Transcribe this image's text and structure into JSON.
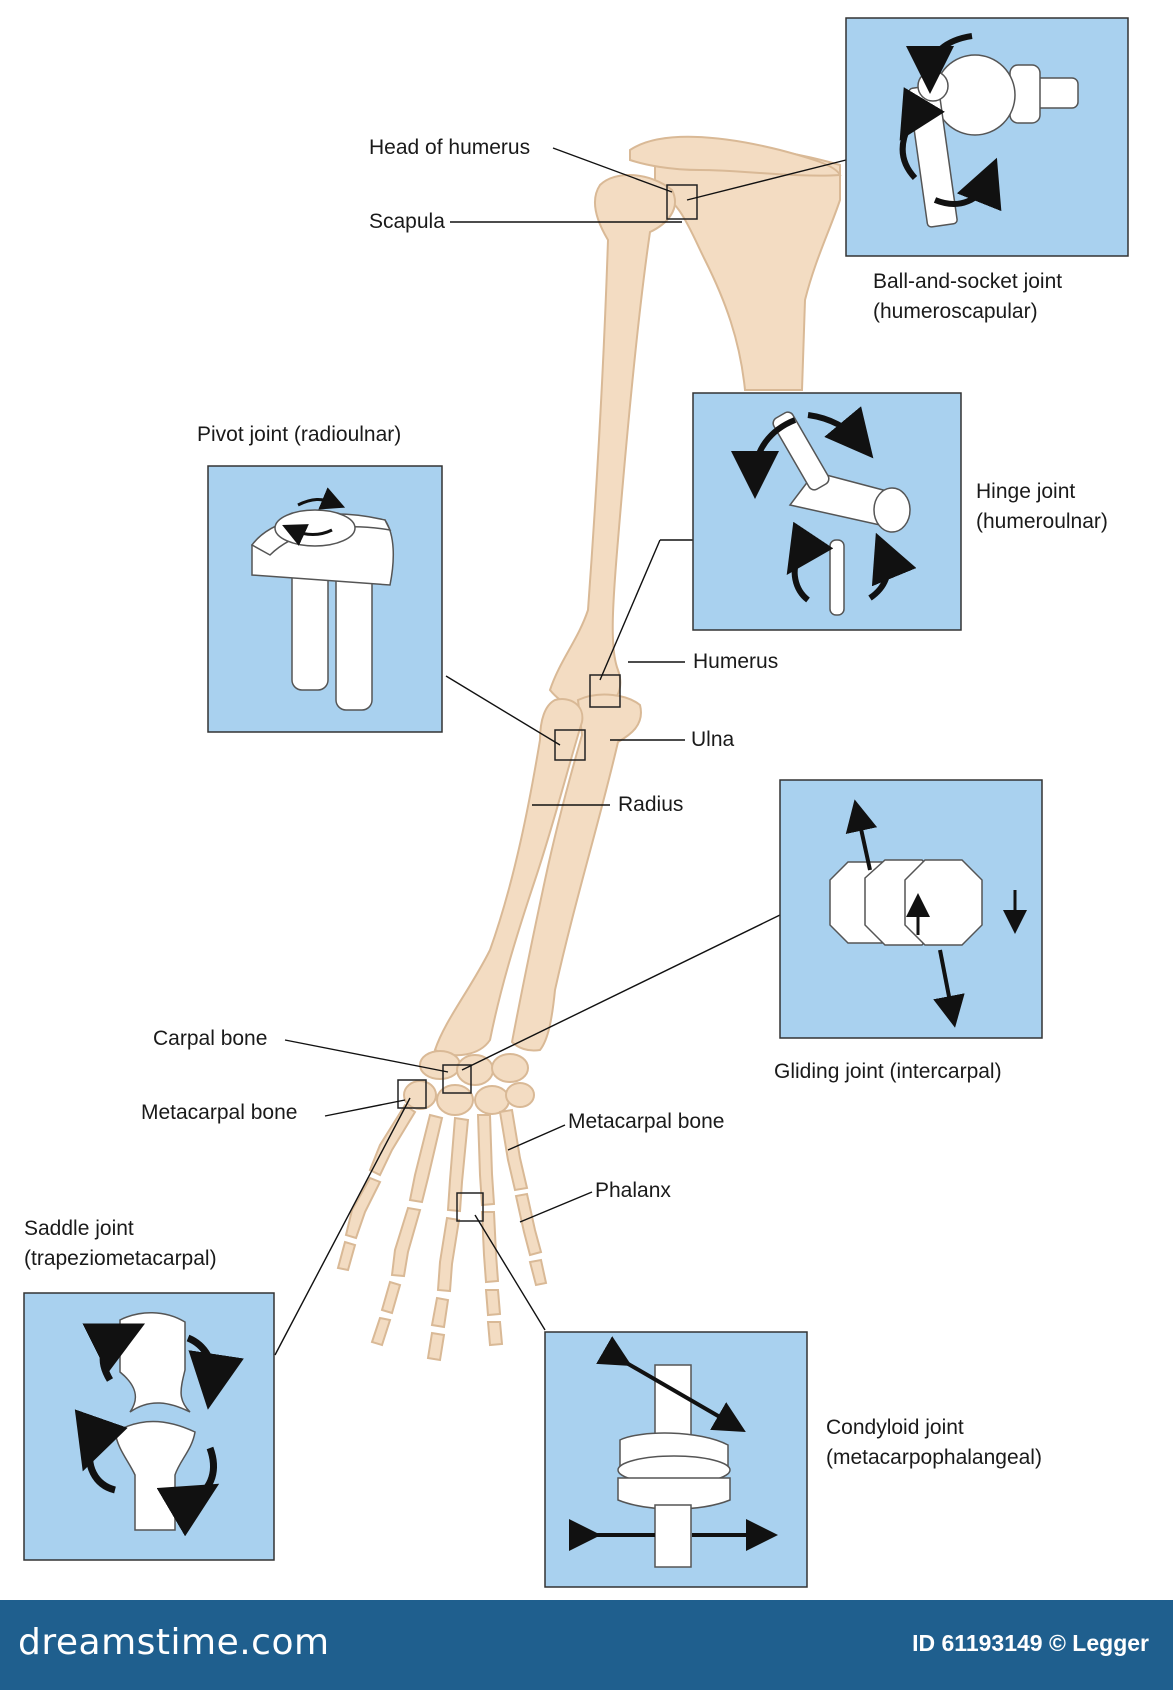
{
  "labels": {
    "head_of_humerus": "Head of humerus",
    "scapula": "Scapula",
    "humerus": "Humerus",
    "ulna": "Ulna",
    "radius": "Radius",
    "carpal_bone": "Carpal bone",
    "metacarpal_bone_left": "Metacarpal bone",
    "metacarpal_bone_right": "Metacarpal bone",
    "phalanx": "Phalanx"
  },
  "joints": {
    "ball_socket": {
      "line1": "Ball-and-socket joint",
      "line2": "(humeroscapular)"
    },
    "pivot": {
      "line1": "Pivot joint (radioulnar)"
    },
    "hinge": {
      "line1": "Hinge joint",
      "line2": "(humeroulnar)"
    },
    "gliding": {
      "line1": "Gliding joint (intercarpal)"
    },
    "saddle": {
      "line1": "Saddle joint",
      "line2": "(trapeziometacarpal)"
    },
    "condyloid": {
      "line1": "Condyloid joint",
      "line2": "(metacarpophalangeal)"
    }
  },
  "footer": {
    "brand": "dreamstime.com",
    "credit": "ID 61193149 © Legger"
  },
  "colors": {
    "bone": "#f3dcc2",
    "bone_outline": "#d9b996",
    "panel": "#a9d1ef",
    "footer": "#1f5f8e"
  }
}
